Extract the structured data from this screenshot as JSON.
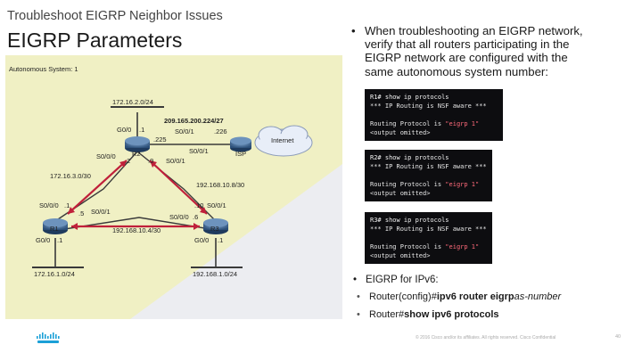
{
  "slide": {
    "subtitle": "Troubleshoot EIGRP Neighbor Issues",
    "title": "EIGRP Parameters"
  },
  "diagram": {
    "as_label": "Autonomous System: 1",
    "labels": {
      "net_172_16_2": "172.16.2.0/24",
      "net_209": "209.165.200.224/27",
      "net_172_16_3": "172.16.3.0/30",
      "net_192_9": "192.168.10.8/30",
      "net_192_4": "192.168.10.4/30",
      "net_172_16_1": "172.16.1.0/24",
      "net_192_1": "192.168.1.0/24",
      "internet": "Internet",
      "isp": "ISP",
      "r1": "R1",
      "r2": "R2",
      "r3": "R3",
      "r2_g0": "G0/0",
      "r2_g0_ip": ".1",
      "r2_s001": "S0/0/1",
      "r2_s001_b": "S0/0/1",
      "r2_s001_ip": ".225",
      "r2_s000": "S0/0/0",
      "r2_s000_ip": ".2",
      "r2_s001_ip2": ".9",
      "isp_s001": "S0/0/1",
      "isp_ip": ".226",
      "r1_s000": "S0/0/0",
      "r1_s000_ip": ".1",
      "r1_s001": "S0/0/1",
      "r1_s001_ip": ".5",
      "r1_g0": "G0/0",
      "r1_g0_ip": ".1",
      "r3_s000": "S0/0/0",
      "r3_s000_ip": ".6",
      "r3_s001": "S0/0/1",
      "r3_s001_ip": ".10",
      "r3_g0": "G0/0",
      "r3_g0_ip": ".1"
    }
  },
  "bullets": {
    "main": [
      "When troubleshooting an EIGRP network,",
      "verify that all routers participating in the",
      "EIGRP network are configured with the",
      "same autonomous system number:"
    ],
    "bullet_char": "•"
  },
  "consoles": [
    {
      "lines": [
        {
          "text": "R1# show ip protocols",
          "hl": ""
        },
        {
          "text": "*** IP Routing is NSF aware ***",
          "hl": ""
        },
        {
          "text": "",
          "hl": ""
        },
        {
          "text": "Routing Protocol is ",
          "hl": "\"eigrp 1\""
        },
        {
          "text": "<output omitted>",
          "hl": ""
        }
      ]
    },
    {
      "lines": [
        {
          "text": "R2# show ip protocols",
          "hl": ""
        },
        {
          "text": "*** IP Routing is NSF aware ***",
          "hl": ""
        },
        {
          "text": "",
          "hl": ""
        },
        {
          "text": "Routing Protocol is ",
          "hl": "\"eigrp 1\""
        },
        {
          "text": "<output omitted>",
          "hl": ""
        }
      ]
    },
    {
      "lines": [
        {
          "text": "R3# show ip protocols",
          "hl": ""
        },
        {
          "text": "*** IP Routing is NSF aware ***",
          "hl": ""
        },
        {
          "text": "",
          "hl": ""
        },
        {
          "text": "Routing Protocol is ",
          "hl": "\"eigrp 1\""
        },
        {
          "text": "<output omitted>",
          "hl": ""
        }
      ]
    }
  ],
  "ipv6": {
    "heading": "EIGRP for IPv6:",
    "items": [
      {
        "prefix": "Router(config)# ",
        "bold": "ipv6 router eigrp ",
        "italic": "as-number"
      },
      {
        "prefix": "Router# ",
        "bold": "show ipv6 protocols",
        "italic": ""
      }
    ]
  },
  "footer": {
    "copyright": "© 2016  Cisco and/or its affiliates. All rights reserved.   Cisco Confidential",
    "page": "40"
  },
  "colors": {
    "as_area": "#f0f0c4",
    "link": "#3a3a3a",
    "neighbor_arrow": "#c0203a",
    "cloud": "#e8eef8"
  }
}
